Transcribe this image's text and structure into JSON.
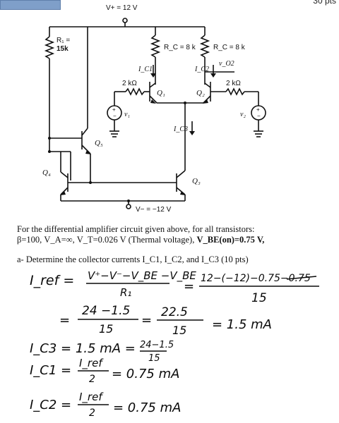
{
  "header": {
    "points": "30 pts"
  },
  "circuit": {
    "supply_pos": "V+ = 12 V",
    "supply_neg": "V− = −12 V",
    "r1_label": "R₁ =",
    "r1_value": "15k",
    "rc1_label": "R_C = 8 k",
    "rc2_label": "R_C = 8 k",
    "vo2_label": "v_O2",
    "ic1_label": "I_C1",
    "ic2_label": "I_C2",
    "ic3_label": "I_C3",
    "rb1_label": "2 kΩ",
    "rb2_label": "2 kΩ",
    "v1_label": "v₁",
    "v2_label": "v₂",
    "q1": "Q₁",
    "q2": "Q₂",
    "q3": "Q₃",
    "q4": "Q₄",
    "q5": "Q₅"
  },
  "problem": {
    "line1": "For the differential amplifier circuit given above, for all transistors:",
    "line2_plain": "β=100, V_A=∞, V_T=0.026 V (Thermal voltage), ",
    "line2_bold": "V_BE(on)=0.75 V,",
    "part_a": "a-  Determine the collector currents I_C1, I_C2, and I_C3      (10 pts)"
  },
  "handwriting": {
    "iref_lhs": "I_ref =",
    "iref_num": "V⁺−V⁻−V_BE −V_BE",
    "iref_den": "R₁",
    "iref_eq": "=",
    "iref_num2": "12−(−12)−0.75−0.75",
    "iref_den2": "15",
    "step2_eq": "=",
    "step2_num": "24 −1.5",
    "step2_den": "15",
    "step2_eq2": "=",
    "step2_num2": "22.5",
    "step2_den2": "15",
    "step2_result": "= 1.5 mA",
    "ic3_line": "I_C3 = 1.5 mA =",
    "ic3_num": "24−1.5",
    "ic3_den": "15",
    "ic1_lhs": "I_C1 =",
    "ic1_num": "I_ref",
    "ic1_den": "2",
    "ic1_result": "= 0.75 mA",
    "ic2_lhs": "I_C2 =",
    "ic2_num": "I_ref",
    "ic2_den": "2",
    "ic2_result": "= 0.75 mA"
  }
}
